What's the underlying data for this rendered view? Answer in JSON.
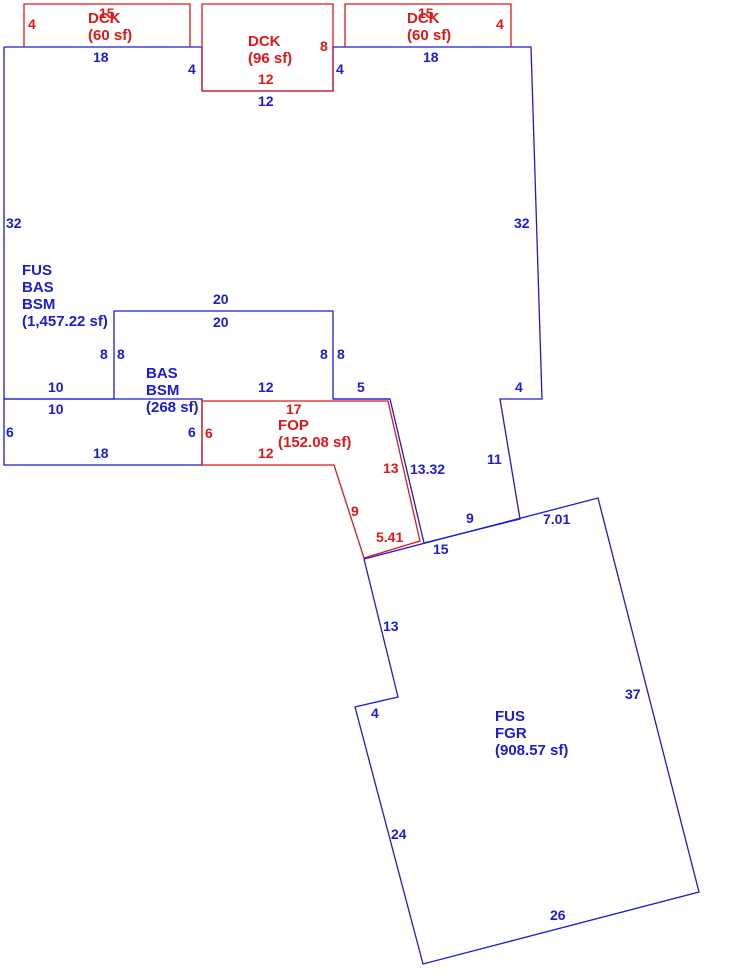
{
  "colors": {
    "living": "#1c1cd0",
    "deck": "#e01818"
  },
  "areas": {
    "main_house": {
      "lines": [
        "FUS",
        "BAS",
        "BSM",
        "(1,457.22 sf)"
      ]
    },
    "lower_wing": {
      "lines": [
        "BAS",
        "BSM",
        "(268 sf)"
      ]
    },
    "garage": {
      "lines": [
        "FUS",
        "FGR",
        "(908.57 sf)"
      ]
    },
    "porch": {
      "lines": [
        "FOP",
        "(152.08 sf)"
      ]
    },
    "deck_left": {
      "lines": [
        "DCK",
        "(60 sf)"
      ]
    },
    "deck_center": {
      "lines": [
        "DCK",
        "(96 sf)"
      ]
    },
    "deck_right": {
      "lines": [
        "DCK",
        "(60 sf)"
      ]
    }
  },
  "dimensions": {
    "blue": {
      "top_left": "18",
      "notch_left": "4",
      "notch_bottom": "12",
      "notch_right": "4",
      "top_right": "18",
      "left_side": "32",
      "right_side": "32",
      "inner_top_outer": "20",
      "inner_top_inner": "20",
      "inner_left_outer": "8",
      "inner_left_inner": "8",
      "inner_right_outer": "8",
      "inner_right_inner": "8",
      "ledge_upper": "10",
      "ledge_lower": "10",
      "inner_bottom": "12",
      "step_right": "5",
      "right_step": "4",
      "wing_left": "6",
      "wing_right": "6",
      "wing_bottom": "18",
      "diag_long": "13.32",
      "slant_right": "11",
      "junction_short": "9",
      "junction_long": "15",
      "garage_top": "7.01",
      "garage_left_upper": "13",
      "garage_notch": "4",
      "garage_right": "37",
      "garage_left_lower": "24",
      "garage_bottom": "26"
    },
    "red": {
      "deck_left_top": "15",
      "deck_left_side": "4",
      "deck_center_side": "8",
      "deck_center_bottom": "12",
      "deck_right_top": "15",
      "deck_right_side": "4",
      "porch_top": "17",
      "porch_left": "6",
      "porch_bottom": "12",
      "porch_right": "13",
      "porch_diag": "9",
      "porch_tip": "5.41"
    }
  }
}
